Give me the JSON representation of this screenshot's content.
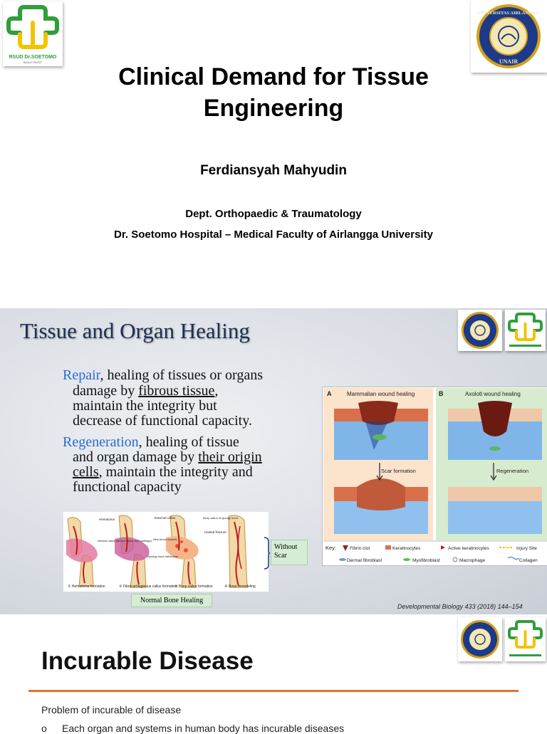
{
  "slide1": {
    "title": "Clinical Demand for Tissue Engineering",
    "author": "Ferdiansyah Mahyudin",
    "department": "Dept. Orthopaedic & Traumatology",
    "institution": "Dr. Soetomo Hospital – Medical Faculty of Airlangga University",
    "hospital_logo": {
      "name": "RSUD Dr.SOETOMO",
      "tagline": "BUILD TRUST"
    },
    "university_logo": {
      "ring_text": "UNIVERSITAS AIRLANGGA",
      "bottom_text": "UNAIR"
    }
  },
  "slide2": {
    "title": "Tissue and Organ Healing",
    "repair": {
      "term": "Repair",
      "line1": ", healing of tissues or organs",
      "line2a": "damage by ",
      "line2b": "fibrous tissue",
      "line2c": ",",
      "line3": "maintain the integrity but",
      "line4": "decrease of functional capacity."
    },
    "regeneration": {
      "term": "Regeneration",
      "line1": ",  healing of tissue",
      "line2a": "and organ damage by ",
      "line2b": "their origin",
      "line3a": "cells",
      "line3b": ", maintain the integrity and",
      "line4": "functional capacity"
    },
    "bone_labels": {
      "hematoma": "Hematoma",
      "internal_callus": "Internal callus (fibrous tissue and cartilage)",
      "external_callus": "External callus",
      "new_vessels": "New blood vessels",
      "spongy_trabeculae": "Spongy bone trabeculae",
      "bony_callus": "Bony callus of spongy bone",
      "healed_fracture": "Healed fracture",
      "step1": "① Hematoma formation",
      "step2": "② Fibrocartilaginous callus formation",
      "step3": "③ Bony callus formation",
      "step4": "④ Bone remodeling"
    },
    "bone_caption": "Normal Bone Healing",
    "without_scar": "Without Scar",
    "wound_panel": {
      "a_letter": "A",
      "a_title": "Mammalian wound healing",
      "b_letter": "B",
      "b_title": "Axolotl wound healing",
      "scar_label": "Scar formation",
      "regen_label": "Regeneration",
      "key_label": "Key:",
      "key": [
        "Fibrin clot",
        "Keratinocytes",
        "Active keratinocytes",
        "Injury Site",
        "Dermal fibroblast",
        "Myofibroblast",
        "Macrophage",
        "Collagen"
      ]
    },
    "citation": "Developmental Biology 433 (2018) 144–154"
  },
  "slide3": {
    "title": "Incurable Disease",
    "intro": "Problem of incurable of disease",
    "bullet_marker": "o",
    "bullet_text": "Each organ and systems in human body has incurable diseases"
  },
  "colors": {
    "title_navy": "#1f2f55",
    "term_blue": "#2a6bd1",
    "rule_orange": "#e0732e",
    "logo_green": "#2f9e3b",
    "logo_yellow": "#f2c300",
    "unair_navy": "#1d3a8a",
    "unair_gold": "#d4a017"
  }
}
